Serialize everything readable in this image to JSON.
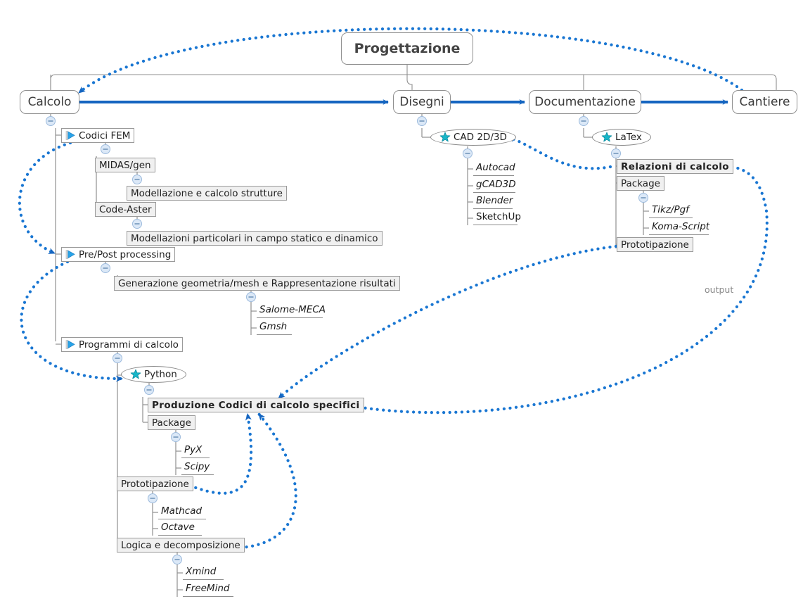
{
  "diagram": {
    "title": "Progettazione",
    "type": "mindmap",
    "accent_blue": "#1565c0",
    "dotted_blue": "#1976d2",
    "star_cyan": "#17b6c8",
    "box_grey": "#f0f0f0",
    "border_grey": "#9a9a9a"
  },
  "root": {
    "label": "Progettazione"
  },
  "level1": [
    {
      "id": "calcolo",
      "label": "Calcolo"
    },
    {
      "id": "disegni",
      "label": "Disegni"
    },
    {
      "id": "documentazione",
      "label": "Documentazione"
    },
    {
      "id": "cantiere",
      "label": "Cantiere"
    }
  ],
  "calcolo_branch": {
    "codici_fem": {
      "label": "Codici FEM",
      "icon": "flag-play-icon"
    },
    "midas": {
      "label": "MIDAS/gen"
    },
    "midas_child": {
      "label": "Modellazione e calcolo strutture"
    },
    "code_aster": {
      "label": "Code-Aster"
    },
    "code_aster_child": {
      "label": "Modellazioni particolari in campo statico e dinamico"
    },
    "prepost": {
      "label": "Pre/Post processing",
      "icon": "flag-play-icon"
    },
    "prepost_child": {
      "label": "Generazione geometria/mesh e Rappresentazione risultati"
    },
    "prepost_leaves": [
      "Salome-MECA",
      "Gmsh"
    ],
    "programmi": {
      "label": "Programmi di calcolo",
      "icon": "flag-play-icon"
    },
    "python": {
      "label": "Python",
      "icon": "star-icon"
    },
    "produzione": {
      "label": "Produzione Codici di calcolo specifici"
    },
    "py_package": {
      "label": "Package"
    },
    "py_package_leaves": [
      "PyX",
      "Scipy"
    ],
    "py_prototipazione": {
      "label": "Prototipazione"
    },
    "py_proto_leaves": [
      "Mathcad",
      "Octave"
    ],
    "logica": {
      "label": "Logica e decomposizione"
    },
    "logica_leaves": [
      "Xmind",
      "FreeMind"
    ]
  },
  "disegni_branch": {
    "cad": {
      "label": "CAD 2D/3D",
      "icon": "star-icon"
    },
    "cad_leaves": [
      {
        "label": "Autocad",
        "style": "italic"
      },
      {
        "label": "gCAD3D",
        "style": "italic"
      },
      {
        "label": "Blender",
        "style": "italic"
      },
      {
        "label": "SketchUp",
        "style": "upright"
      }
    ]
  },
  "documentazione_branch": {
    "latex": {
      "label": "LaTex",
      "icon": "star-icon"
    },
    "relazioni": {
      "label": "Relazioni di calcolo"
    },
    "tex_package": {
      "label": "Package"
    },
    "tex_package_leaves": [
      "Tikz/Pgf",
      "Koma-Script"
    ],
    "tex_prototipazione": {
      "label": "Prototipazione"
    }
  },
  "edge_labels": {
    "output": "output"
  }
}
